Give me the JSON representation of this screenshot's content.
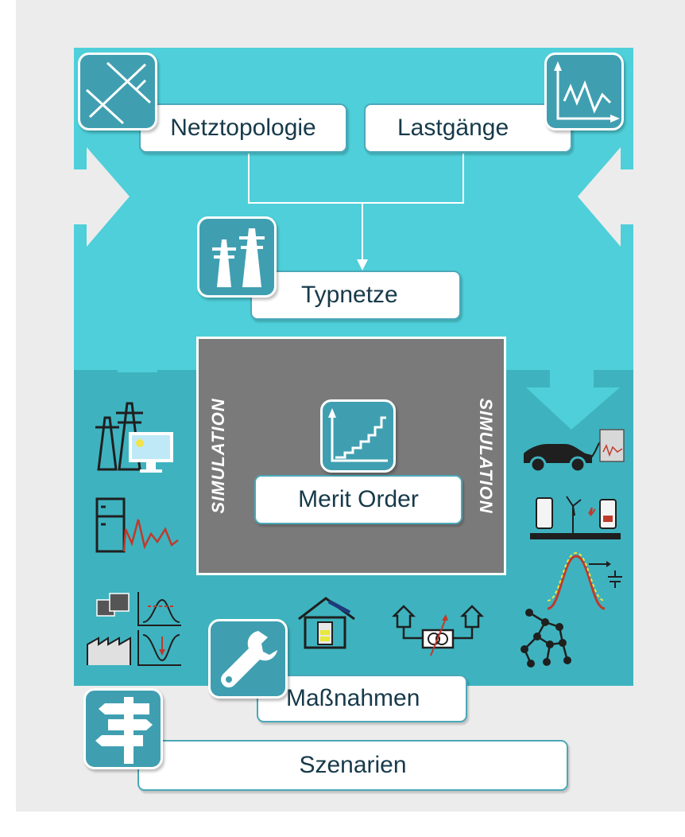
{
  "labels": {
    "netztopologie": "Netztopologie",
    "lastgaenge": "Lastgänge",
    "typnetze": "Typnetze",
    "merit_order": "Merit Order",
    "massnahmen": "Maßnahmen",
    "szenarien": "Szenarien"
  },
  "simulation_label": "SIMULATION",
  "colors": {
    "background": "#ececec",
    "upper_panel": "#4ecfd9",
    "lower_panel": "#3eb3bf",
    "simulation_box": "#7a7a7a",
    "icon_tile": "#3f9fb1",
    "arrow_light": "#e8e8e8",
    "label_text": "#173a4a"
  },
  "icons": {
    "netztopologie": "grid-topology-icon",
    "lastgaenge": "load-curve-chart-icon",
    "typnetze": "transmission-towers-icon",
    "merit_order": "merit-order-staircase-icon",
    "massnahmen": "wrench-icon",
    "szenarien": "signpost-icon"
  }
}
